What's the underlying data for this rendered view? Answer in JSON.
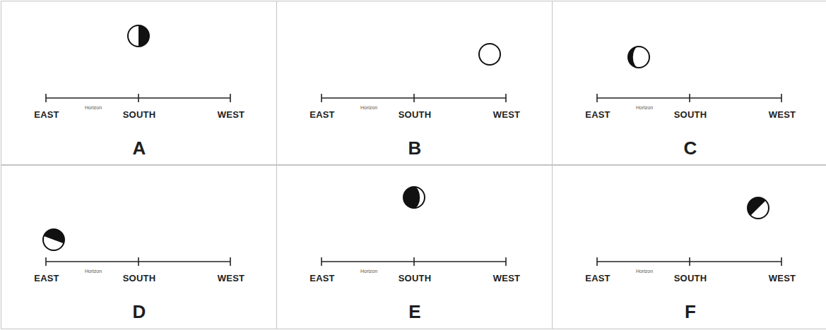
{
  "diagram": {
    "nodes": [
      {
        "text": [
          "EAST",
          "Horizon",
          "SOUTH",
          "WEST",
          "A"
        ]
      },
      {
        "text": [
          "EAST",
          "Horizon",
          "SOUTH",
          "WEST",
          "B"
        ]
      },
      {
        "text": [
          "EAST",
          "Horizon",
          "SOUTH",
          "WEST",
          "C"
        ]
      },
      {
        "text": [
          "EAST",
          "Horizon",
          "SOUTH",
          "WEST",
          "D"
        ]
      },
      {
        "text": [
          "EAST",
          "Horizon",
          "SOUTH",
          "WEST",
          "E"
        ]
      },
      {
        "text": [
          "EAST",
          "Horizon",
          "SOUTH",
          "WEST",
          "F"
        ]
      }
    ]
  }
}
